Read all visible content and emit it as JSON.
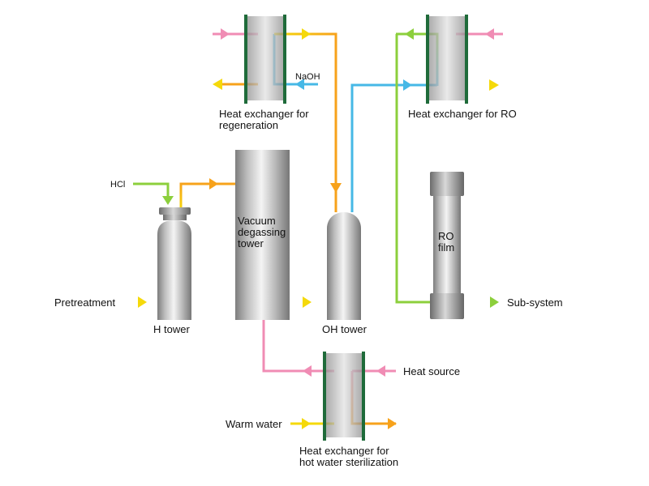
{
  "labels": {
    "naoh": "NaOH",
    "hcl": "HCl",
    "pretreatment": "Pretreatment",
    "h_tower": "H tower",
    "vacuum_1": "Vacuum",
    "vacuum_2": "degassing",
    "vacuum_3": "tower",
    "oh_tower": "OH tower",
    "hx_regen_1": "Heat exchanger for",
    "hx_regen_2": "regeneration",
    "hx_ro": "Heat exchanger for RO",
    "ro_1": "RO",
    "ro_2": "film",
    "sub_system": "Sub-system",
    "heat_source": "Heat source",
    "warm_water": "Warm water",
    "hx_hot_1": "Heat exchanger for",
    "hx_hot_2": "hot water sterilization"
  },
  "colors": {
    "pink": "#f08cb4",
    "orange": "#f7a21b",
    "yellow": "#f5d90a",
    "blue": "#46b8e6",
    "green": "#8ccf3c",
    "plate": "#1f6b3a"
  }
}
